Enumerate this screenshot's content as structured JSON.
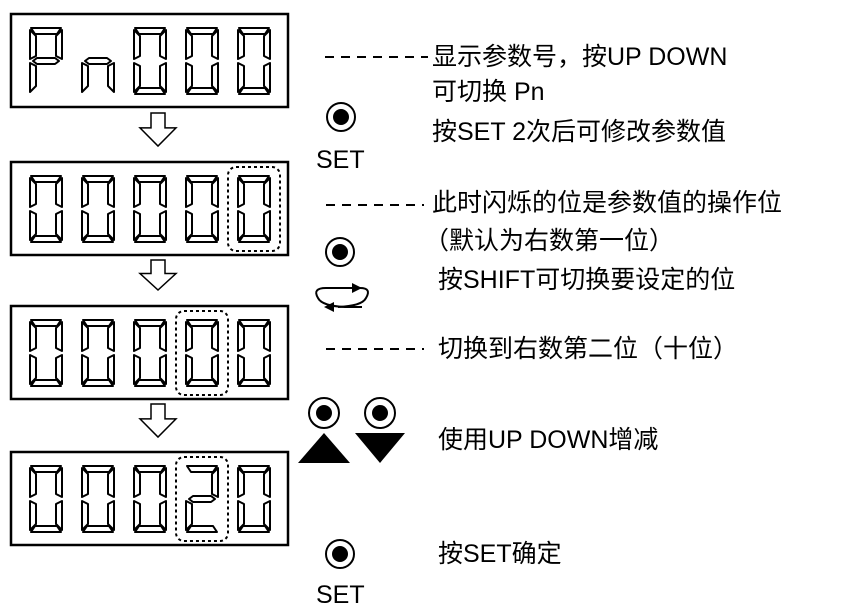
{
  "displays": [
    {
      "digits": [
        "P",
        "n",
        "0",
        "0",
        "0"
      ],
      "highlight": null
    },
    {
      "digits": [
        "0",
        "0",
        "0",
        "0",
        "0"
      ],
      "highlight": 4
    },
    {
      "digits": [
        "0",
        "0",
        "0",
        "0",
        "0"
      ],
      "highlight": 3
    },
    {
      "digits": [
        "0",
        "0",
        "0",
        "2",
        "0"
      ],
      "highlight": 3
    }
  ],
  "text": {
    "step1_line1": "显示参数号，按UP DOWN",
    "step1_line2": "可切换 Pn",
    "step1_line3": "按SET 2次后可修改参数值",
    "step2_line1": "此时闪烁的位是参数值的操作位",
    "step2_line2": "（默认为右数第一位）",
    "step2_line3": "按SHIFT可切换要设定的位",
    "step3_line1": "切换到右数第二位（十位）",
    "step4_line1": "使用UP DOWN增减",
    "step5_line1": "按SET确定"
  },
  "buttons": {
    "set_label": "SET",
    "set_label_2": "SET"
  },
  "icons": {
    "flow_arrow": "hollow-down-arrow-icon",
    "button": "round-button-icon",
    "shift": "cycle-arrows-icon",
    "up": "up-triangle-icon",
    "down": "down-triangle-icon"
  },
  "colors": {
    "ink": "#000000",
    "background": "#ffffff"
  }
}
